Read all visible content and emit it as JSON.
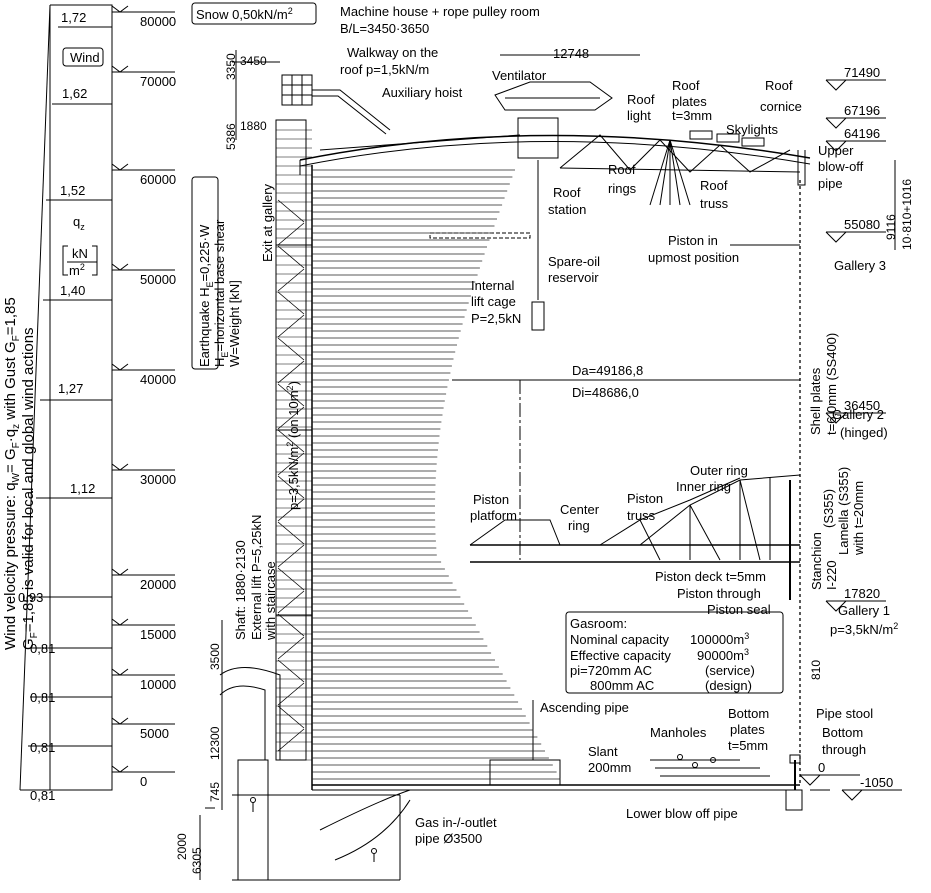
{
  "wind_panel": {
    "vertical_text_1": "Wind velocity pressure: q",
    "vertical_text_1_sub": "W",
    "vertical_text_1b": "= G",
    "vertical_text_1b_sub": "F",
    "vertical_text_1c": "·q",
    "vertical_text_1c_sub": "z",
    "vertical_text_1d": " with Gust G",
    "vertical_text_1d_sub": "F",
    "vertical_text_1e": "=1,85",
    "vertical_text_2a": "G",
    "vertical_text_2a_sub": "F",
    "vertical_text_2b": "=1,85 is valid for local and global wind actions",
    "wind_label": "Wind",
    "qz_label": "q",
    "qz_sub": "z",
    "unit_num": "kN",
    "unit_den": "m",
    "unit_exp": "2",
    "q_values": [
      "1,72",
      "1,62",
      "1,52",
      "1,40",
      "1,27",
      "1,12",
      "0,93",
      "0,81",
      "0,81",
      "0,81",
      "0,81"
    ]
  },
  "levels": {
    "left": [
      "80000",
      "70000",
      "60000",
      "50000",
      "40000",
      "30000",
      "20000",
      "15000",
      "10000",
      "5000",
      "0"
    ],
    "right": [
      "71490",
      "67196",
      "64196",
      "55080",
      "36450",
      "17820",
      "0",
      "-1050"
    ]
  },
  "labels": {
    "snow_a": "Snow 0,50kN/m",
    "snow_exp": "2",
    "machine_house_1": "Machine house + rope pulley room",
    "machine_house_2": "B/L=3450·3650",
    "walkway_1": "Walkway on the",
    "walkway_2": "roof p=1,5kN/m",
    "aux_hoist": "Auxiliary hoist",
    "ventilator": "Ventilator",
    "dim_12748": "12748",
    "roof_light_1": "Roof",
    "roof_light_2": "light",
    "roof_plates_1": "Roof",
    "roof_plates_2": "plates",
    "roof_plates_3": "t=3mm",
    "roof_cornice_1": "Roof",
    "roof_cornice_2": "cornice",
    "skylights": "Skylights",
    "roof_station_1": "Roof",
    "roof_station_2": "station",
    "roof_rings_1": "Roof",
    "roof_rings_2": "rings",
    "roof_truss_1": "Roof",
    "roof_truss_2": "truss",
    "upper_blowoff_1": "Upper",
    "upper_blowoff_2": "blow-off",
    "upper_blowoff_3": "pipe",
    "piston_upmost_1": "Piston in",
    "piston_upmost_2": "upmost position",
    "gallery3": "Gallery 3",
    "spare_oil_1": "Spare-oil",
    "spare_oil_2": "reservoir",
    "exit_gallery": "Exit at gallery",
    "internal_lift_1": "Internal",
    "internal_lift_2": "lift cage",
    "internal_lift_3": "P=2,5kN",
    "earthquake_1": "Earthquake H",
    "earthquake_1_sub": "E",
    "earthquake_1b": "=0,225·W",
    "earthquake_2": "H",
    "earthquake_2_sub": "E",
    "earthquake_2b": "=horizontal base shear",
    "earthquake_3": "W=Weight [kN]",
    "da": "Da=49186,8",
    "di": "Di=48686,0",
    "shell_plates_1": "Shell plates",
    "shell_plates_2": "t=6,0mm (SS400)",
    "gallery2_1": "Gallery 2",
    "gallery2_2": "(hinged)",
    "shaft_1": "Shaft: 1880·2130",
    "shaft_2": "External lift P=5,25kN",
    "shaft_2b": "p=3,5kN/m",
    "shaft_2b_exp": "2",
    "shaft_2c": " (on 10m",
    "shaft_2c_exp": "2",
    "shaft_2d": ")",
    "shaft_3": "with staircase",
    "outer_ring": "Outer ring",
    "inner_ring": "Inner ring",
    "piston_platform_1": "Piston",
    "piston_platform_2": "platform",
    "center_ring_1": "Center",
    "center_ring_2": "ring",
    "piston_truss_1": "Piston",
    "piston_truss_2": "truss",
    "stanchion_1": "Stanchion",
    "stanchion_1b": "(S355)",
    "stanchion_2": "I-220",
    "stanchion_2b": "Lamella (S355)",
    "stanchion_3": "with t=20mm",
    "piston_deck": "Piston deck t=5mm",
    "piston_through": "Piston through",
    "piston_seal": "Piston seal",
    "gallery1_1": "Gallery 1",
    "gallery1_2": "p=3,5kN/m",
    "gallery1_2_exp": "2",
    "gasroom_title": "Gasroom:",
    "gas_row1_a": "Nominal capacity",
    "gas_row1_b": "100000m",
    "gas_row1_exp": "3",
    "gas_row2_a": "Effective capacity",
    "gas_row2_b": "90000m",
    "gas_row2_exp": "3",
    "gas_row3_a": "pi=720mm AC",
    "gas_row3_b": "(service)",
    "gas_row4_a": "800mm AC",
    "gas_row4_b": "(design)",
    "ascending_pipe": "Ascending pipe",
    "manholes": "Manholes",
    "bottom_plates_1": "Bottom",
    "bottom_plates_2": "plates",
    "bottom_plates_3": "t=5mm",
    "pipe_stool": "Pipe stool",
    "bottom_through_1": "Bottom",
    "bottom_through_2": "through",
    "slant_1": "Slant",
    "slant_2": "200mm",
    "lower_blowoff": "Lower blow off pipe",
    "gas_inlet_1": "Gas in-/-outlet",
    "gas_inlet_2": "pipe Ø3500"
  },
  "dimensions": {
    "d3350": "3350",
    "d3450": "3450",
    "d1880": "1880",
    "d5386": "5386",
    "d9116": "9116",
    "d10810": "10·810+1016",
    "d810": "810",
    "d3500": "3500",
    "d12300": "12300",
    "d745": "745",
    "d6305": "6305",
    "d2000": "2000"
  },
  "colors": {
    "ink": "#000000",
    "paper": "#ffffff",
    "hatch": "#222222"
  }
}
